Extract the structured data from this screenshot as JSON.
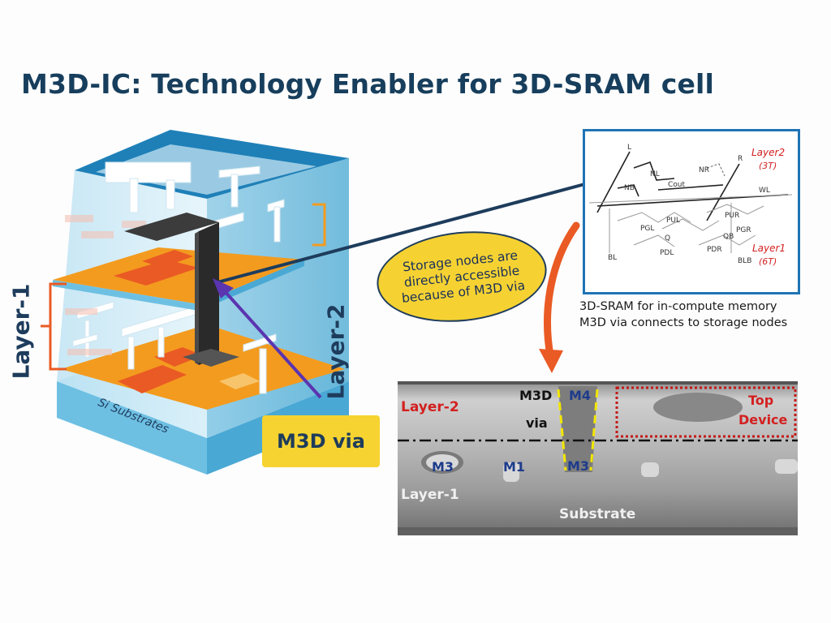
{
  "title": "M3D-IC: Technology Enabler for 3D-SRAM cell",
  "cube": {
    "layer1_label": "Layer-1",
    "layer2_label": "Layer-2",
    "substrate_label": "Si Substrates",
    "via_label": "M3D via"
  },
  "callout": {
    "text": "Storage nodes are directly accessible because of M3D via"
  },
  "schematic": {
    "layer2_label": "Layer2",
    "layer2_count": "(3T)",
    "layer1_label": "Layer1",
    "layer1_count": "(6T)",
    "node_labels": [
      "L",
      "R",
      "NL",
      "NR",
      "NB",
      "Cout",
      "WL",
      "PUL",
      "PUR",
      "PGL",
      "PGR",
      "Q",
      "QB",
      "PDL",
      "PDR",
      "BL",
      "BLB"
    ]
  },
  "caption": {
    "line1": "3D-SRAM for in-compute memory",
    "line2": "M3D via connects to storage nodes"
  },
  "tem": {
    "layer2": "Layer-2",
    "layer1": "Layer-1",
    "m3d_line1": "M3D",
    "m3d_line2": "via",
    "m4": "M4",
    "m3_left": "M3",
    "m1": "M1",
    "m3_via": "M3",
    "top_device_line1": "Top",
    "top_device_line2": "Device",
    "substrate": "Substrate"
  },
  "colors": {
    "title": "#173e5c",
    "navy": "#1e3c5c",
    "callout_fill": "#f5d232",
    "orange": "#f39b1f",
    "blue_frame": "#1f74b5",
    "arrow_orange": "#ea5a24",
    "arrow_purple": "#5b34b0",
    "red_label": "#d32020"
  }
}
